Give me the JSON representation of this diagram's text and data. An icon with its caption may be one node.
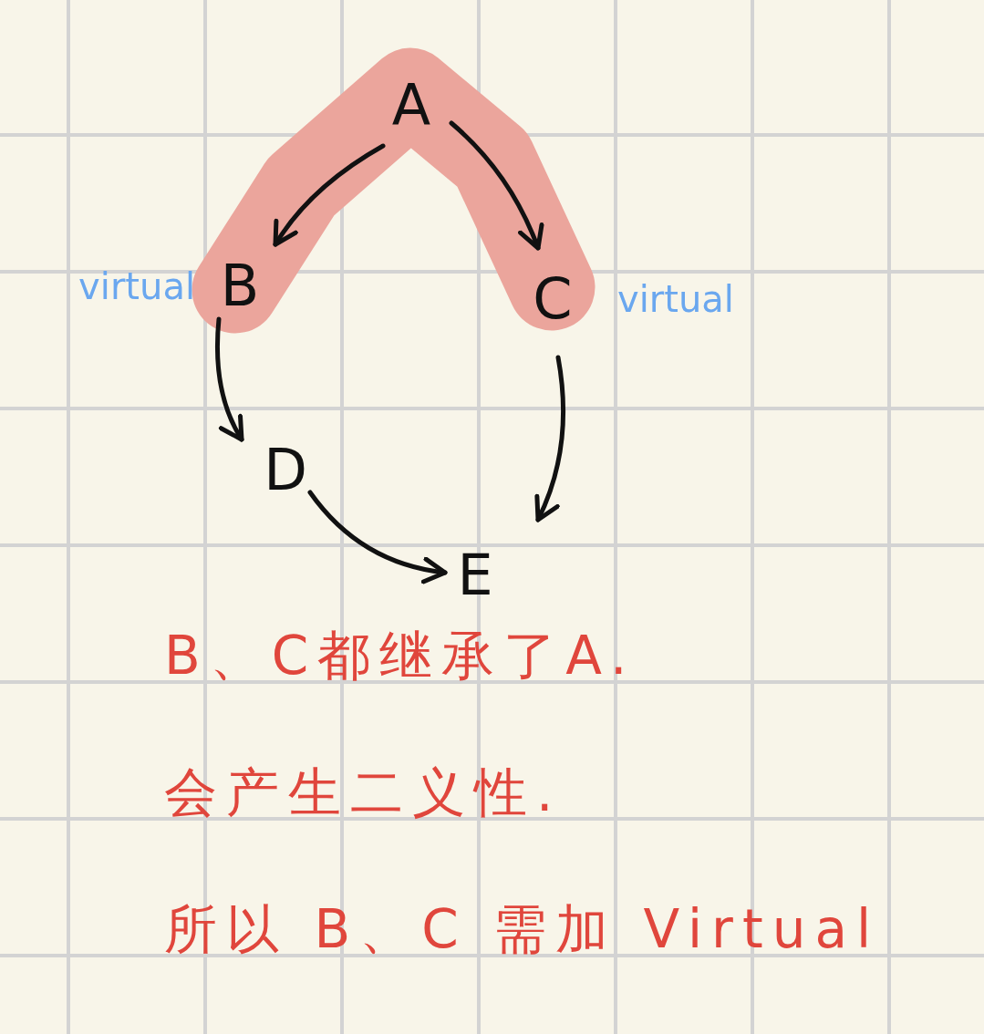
{
  "diagram": {
    "nodes": [
      {
        "text": [
          "A"
        ]
      },
      {
        "text": [
          "B"
        ],
        "beside": [
          "virtual"
        ]
      },
      {
        "text": [
          "C"
        ],
        "beside": [
          "virtual"
        ]
      },
      {
        "text": [
          "D"
        ]
      },
      {
        "text": [
          "E"
        ]
      }
    ],
    "edges": [
      {
        "from": 0,
        "to": 1,
        "arrow": "to"
      },
      {
        "from": 0,
        "to": 2,
        "arrow": "to"
      },
      {
        "from": 1,
        "to": 3,
        "arrow": "to"
      },
      {
        "from": 2,
        "to": 4,
        "arrow": "to"
      },
      {
        "from": 3,
        "to": 4,
        "arrow": "to"
      }
    ],
    "labels": [
      "B、C都继承了A.",
      "会产生二义性.",
      "所以 B、C 需加 Virtual"
    ]
  }
}
